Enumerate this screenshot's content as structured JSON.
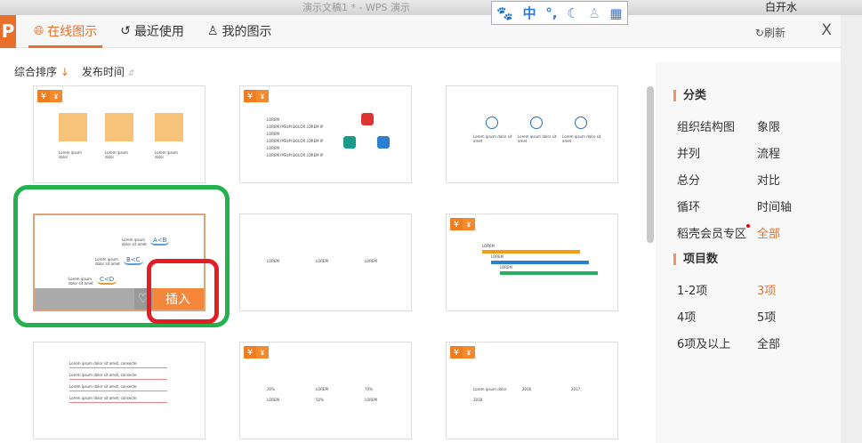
{
  "background": {
    "title": "演示文稿1 * - WPS 演示",
    "user": "白开水"
  },
  "ime": {
    "items": [
      "paw-icon",
      "中",
      "°,",
      "moon-icon",
      "user-icon",
      "grid-icon"
    ],
    "zh": "中",
    "punct": "°,"
  },
  "header": {
    "logo": "P",
    "tabs": [
      {
        "label": "在线图示",
        "icon": "globe-icon",
        "active": true
      },
      {
        "label": "最近使用",
        "icon": "history-icon"
      },
      {
        "label": "我的图示",
        "icon": "user-icon"
      }
    ],
    "refresh": "刷新",
    "close": "X"
  },
  "sort": {
    "items": [
      "综合排序",
      "发布时间"
    ],
    "down": "↓",
    "updown": "⇵"
  },
  "cards": [
    {
      "badge": true,
      "texts": [
        "Lorem ipsum dolor",
        "Lorem ipsum dolor",
        "Lorem ipsum dolor"
      ]
    },
    {
      "badge": true,
      "texts": [
        "LOREM",
        "LOREM IPSUM DOLOR LOREM IP",
        "LOREM",
        "LOREM IPSUM DOLOR LOREM IP",
        "LOREM",
        "LOREM IPSUM DOLOR LOREM IP"
      ]
    },
    {
      "badge": false,
      "texts": [
        "Lorem ipsum dolor sit amet",
        "Lorem ipsum dolor sit amet",
        "Lorem ipsum dolor sit amet"
      ]
    },
    {
      "badge": false,
      "texts": [
        "Lorem ipsum dolor sit amet",
        "Lorem ipsum dolor sit amet",
        "Lorem ipsum dolor sit amet"
      ],
      "labels": [
        "A<B",
        "B<C",
        "C<D"
      ],
      "insert": "插入"
    },
    {
      "badge": false,
      "texts": [
        "LOREM",
        "LOREM",
        "LOREM"
      ]
    },
    {
      "badge": true,
      "texts": [
        "LOREM",
        "LOREM",
        "LOREM"
      ]
    },
    {
      "badge": false,
      "texts": [
        "Lorem ipsum dolor sit amet, consecte",
        "Lorem ipsum dolor sit amet, consecte",
        "Lorem ipsum dolor sit amet, consecte",
        "Lorem ipsum dolor sit amet, consecte"
      ]
    },
    {
      "badge": true,
      "texts": [
        "20%",
        "LOREM",
        "70%",
        "LOREM",
        "50%",
        "LOREM"
      ]
    },
    {
      "badge": true,
      "texts": [
        "Lorem ipsum dolor",
        "2016",
        "2017",
        "2018"
      ]
    }
  ],
  "sidebar": {
    "category_title": "分类",
    "categories": [
      "组织结构图",
      "象限",
      "并列",
      "流程",
      "总分",
      "对比",
      "循环",
      "时间轴",
      "稻壳会员专区",
      "全部"
    ],
    "count_title": "项目数",
    "counts": [
      "1-2项",
      "3项",
      "4项",
      "5项",
      "6项及以上",
      "全部"
    ],
    "active_category": "全部",
    "active_count": "3项"
  },
  "colors": {
    "accent": "#e8702a",
    "insert": "#f5873b",
    "highlight_green": "#22b14c",
    "highlight_red": "#e81c24"
  }
}
